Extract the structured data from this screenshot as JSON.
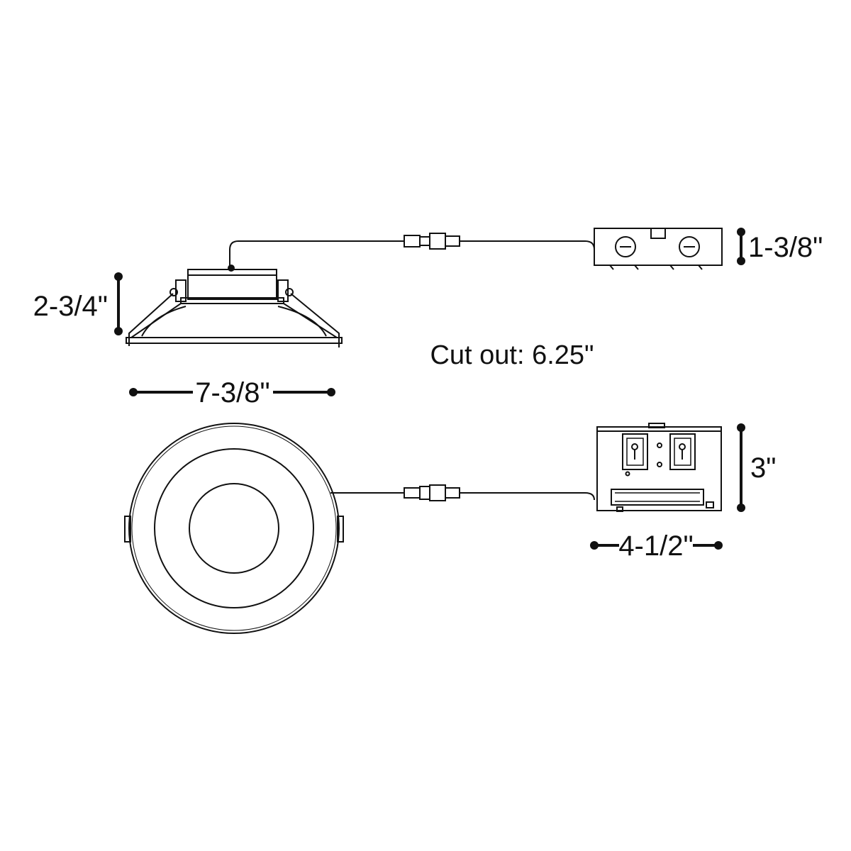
{
  "diagram": {
    "dimensions": {
      "housing_height": "2-3/4\"",
      "trim_width": "7-3/8\"",
      "junction_box_height": "1-3/8\"",
      "junction_box_depth": "3\"",
      "junction_box_width": "4-1/2\""
    },
    "cutout_label": "Cut out: 6.25\"",
    "colors": {
      "line": "#111111",
      "background": "#ffffff"
    }
  }
}
